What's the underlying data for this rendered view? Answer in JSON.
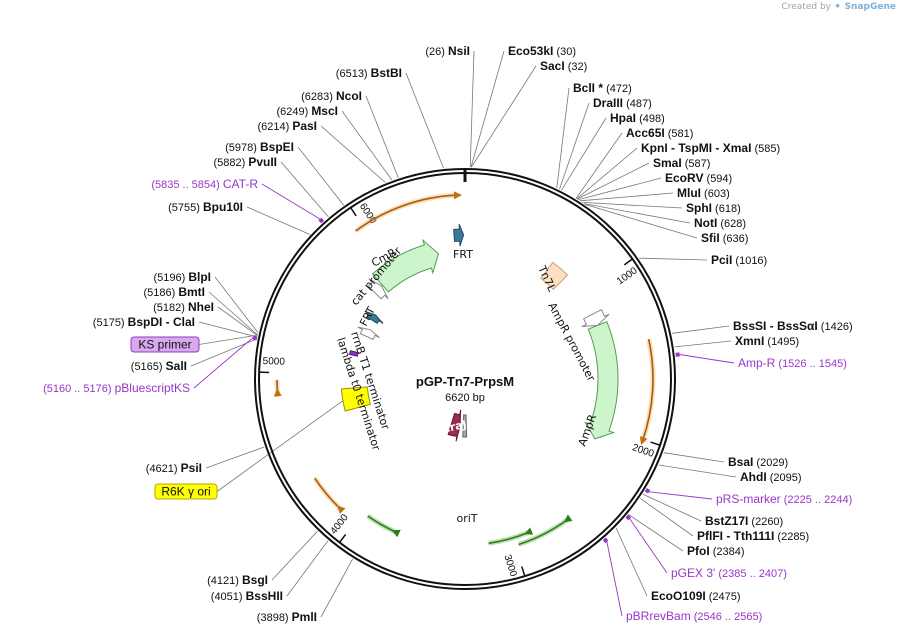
{
  "credit": {
    "prefix": "Created by",
    "brand": "SnapGene"
  },
  "plasmid": {
    "name": "pGP-Tn7-PrpsM",
    "length_label": "6620 bp",
    "total_bp": 6620
  },
  "ticks": [
    {
      "bp": 1000,
      "label": "1000"
    },
    {
      "bp": 2000,
      "label": "2000"
    },
    {
      "bp": 3000,
      "label": "3000"
    },
    {
      "bp": 4000,
      "label": "4000"
    },
    {
      "bp": 5000,
      "label": "5000"
    },
    {
      "bp": 6000,
      "label": "6000"
    }
  ],
  "enzymes": [
    {
      "bp": 26,
      "pos": "(26)",
      "name": "NsiI",
      "side": "L"
    },
    {
      "bp": 30,
      "pos": "(30)",
      "name": "Eco53kI",
      "side": "R"
    },
    {
      "bp": 32,
      "pos": "(32)",
      "name": "SacI",
      "side": "R"
    },
    {
      "bp": 472,
      "pos": "(472)",
      "name": "BclI *",
      "side": "R"
    },
    {
      "bp": 487,
      "pos": "(487)",
      "name": "DraIII",
      "side": "R"
    },
    {
      "bp": 498,
      "pos": "(498)",
      "name": "HpaI",
      "side": "R"
    },
    {
      "bp": 581,
      "pos": "(581)",
      "name": "Acc65I",
      "side": "R"
    },
    {
      "bp": 585,
      "pos": "(585)",
      "name": "KpnI  - TspMI  - XmaI",
      "side": "R"
    },
    {
      "bp": 587,
      "pos": "(587)",
      "name": "SmaI",
      "side": "R"
    },
    {
      "bp": 594,
      "pos": "(594)",
      "name": "EcoRV",
      "side": "R"
    },
    {
      "bp": 603,
      "pos": "(603)",
      "name": "MluI",
      "side": "R"
    },
    {
      "bp": 618,
      "pos": "(618)",
      "name": "SphI",
      "side": "R"
    },
    {
      "bp": 628,
      "pos": "(628)",
      "name": "NotI",
      "side": "R"
    },
    {
      "bp": 636,
      "pos": "(636)",
      "name": "SfiI",
      "side": "R"
    },
    {
      "bp": 1016,
      "pos": "(1016)",
      "name": "PciI",
      "side": "R"
    },
    {
      "bp": 1426,
      "pos": "(1426)",
      "name": "BssSI  - BssSαI",
      "side": "R"
    },
    {
      "bp": 1495,
      "pos": "(1495)",
      "name": "XmnI",
      "side": "R"
    },
    {
      "bp": 2029,
      "pos": "(2029)",
      "name": "BsaI",
      "side": "R"
    },
    {
      "bp": 2095,
      "pos": "(2095)",
      "name": "AhdI",
      "side": "R"
    },
    {
      "bp": 2260,
      "pos": "(2260)",
      "name": "BstZ17I",
      "side": "R"
    },
    {
      "bp": 2285,
      "pos": "(2285)",
      "name": "PflFI  - Tth111I",
      "side": "R"
    },
    {
      "bp": 2384,
      "pos": "(2384)",
      "name": "PfoI",
      "side": "R"
    },
    {
      "bp": 2475,
      "pos": "(2475)",
      "name": "EcoO109I",
      "side": "R"
    },
    {
      "bp": 3898,
      "pos": "(3898)",
      "name": "PmlI",
      "side": "L"
    },
    {
      "bp": 4051,
      "pos": "(4051)",
      "name": "BssHII",
      "side": "L"
    },
    {
      "bp": 4121,
      "pos": "(4121)",
      "name": "BsgI",
      "side": "L"
    },
    {
      "bp": 4621,
      "pos": "(4621)",
      "name": "PsiI",
      "side": "L"
    },
    {
      "bp": 5165,
      "pos": "(5165)",
      "name": "SalI",
      "side": "L"
    },
    {
      "bp": 5175,
      "pos": "(5175)",
      "name": "BspDI  - ClaI",
      "side": "L"
    },
    {
      "bp": 5182,
      "pos": "(5182)",
      "name": "NheI",
      "side": "L"
    },
    {
      "bp": 5186,
      "pos": "(5186)",
      "name": "BmtI",
      "side": "L"
    },
    {
      "bp": 5196,
      "pos": "(5196)",
      "name": "BlpI",
      "side": "L"
    },
    {
      "bp": 5755,
      "pos": "(5755)",
      "name": "Bpu10I",
      "side": "L"
    },
    {
      "bp": 5882,
      "pos": "(5882)",
      "name": "PvuII",
      "side": "L"
    },
    {
      "bp": 5978,
      "pos": "(5978)",
      "name": "BspEI",
      "side": "L"
    },
    {
      "bp": 6214,
      "pos": "(6214)",
      "name": "PasI",
      "side": "L"
    },
    {
      "bp": 6249,
      "pos": "(6249)",
      "name": "MscI",
      "side": "L"
    },
    {
      "bp": 6283,
      "pos": "(6283)",
      "name": "NcoI",
      "side": "L"
    },
    {
      "bp": 6513,
      "pos": "(6513)",
      "name": "BstBI",
      "side": "L"
    }
  ],
  "primers": [
    {
      "bp": 1535,
      "name": "Amp-R",
      "range": "(1526 .. 1545)",
      "side": "R"
    },
    {
      "bp": 2234,
      "name": "pRS-marker",
      "range": "(2225 .. 2244)",
      "side": "R"
    },
    {
      "bp": 2396,
      "name": "pGEX 3'",
      "range": "(2385 .. 2407)",
      "side": "R"
    },
    {
      "bp": 2555,
      "name": "pBRrevBam",
      "range": "(2546 .. 2565)",
      "side": "R"
    },
    {
      "bp": 5168,
      "name": "pBluescriptKS",
      "range": "(5160 .. 5176)",
      "side": "L"
    },
    {
      "bp": 5844,
      "name": "CAT-R",
      "range": "(5835 .. 5854)",
      "side": "L"
    }
  ],
  "boxed_labels": [
    {
      "text": "KS primer",
      "fill": "#d9a8f0",
      "stroke": "#8a3fb0"
    },
    {
      "text": "R6K γ ori",
      "fill": "#ffff00",
      "stroke": "#b5a800"
    }
  ],
  "feature_labels": {
    "frt_top": "FRT",
    "tn7l": "Tn7L",
    "ampr_promoter": "AmpR promoter",
    "ampr": "AmpR",
    "orit": "oriT",
    "traj": "traJ",
    "cmr": "CmR",
    "cat_promoter": "cat promoter",
    "frt_left": "FRT",
    "rrnb": "rrnB T1 terminator",
    "lambda": "lambda t0 terminator"
  },
  "colors": {
    "backbone": "#111111",
    "enzyme_line": "#777777",
    "primer_line": "#9a36c9",
    "primer_text": "#9a36c9",
    "ampr_fill": "#ccf5cc",
    "ampr_stroke": "#5a9a5a",
    "cmr_fill": "#ccf5cc",
    "tn7l_fill": "#fde0c4",
    "frt_fill": "#3a7a98",
    "ori_fill": "#ffff00",
    "traj_fill": "#9b2a55",
    "orit_fill": "#a5a5a5",
    "promoter_fill": "#ffffff",
    "orange_arrow": "#f0a030",
    "green_arrow": "#4caa28"
  }
}
